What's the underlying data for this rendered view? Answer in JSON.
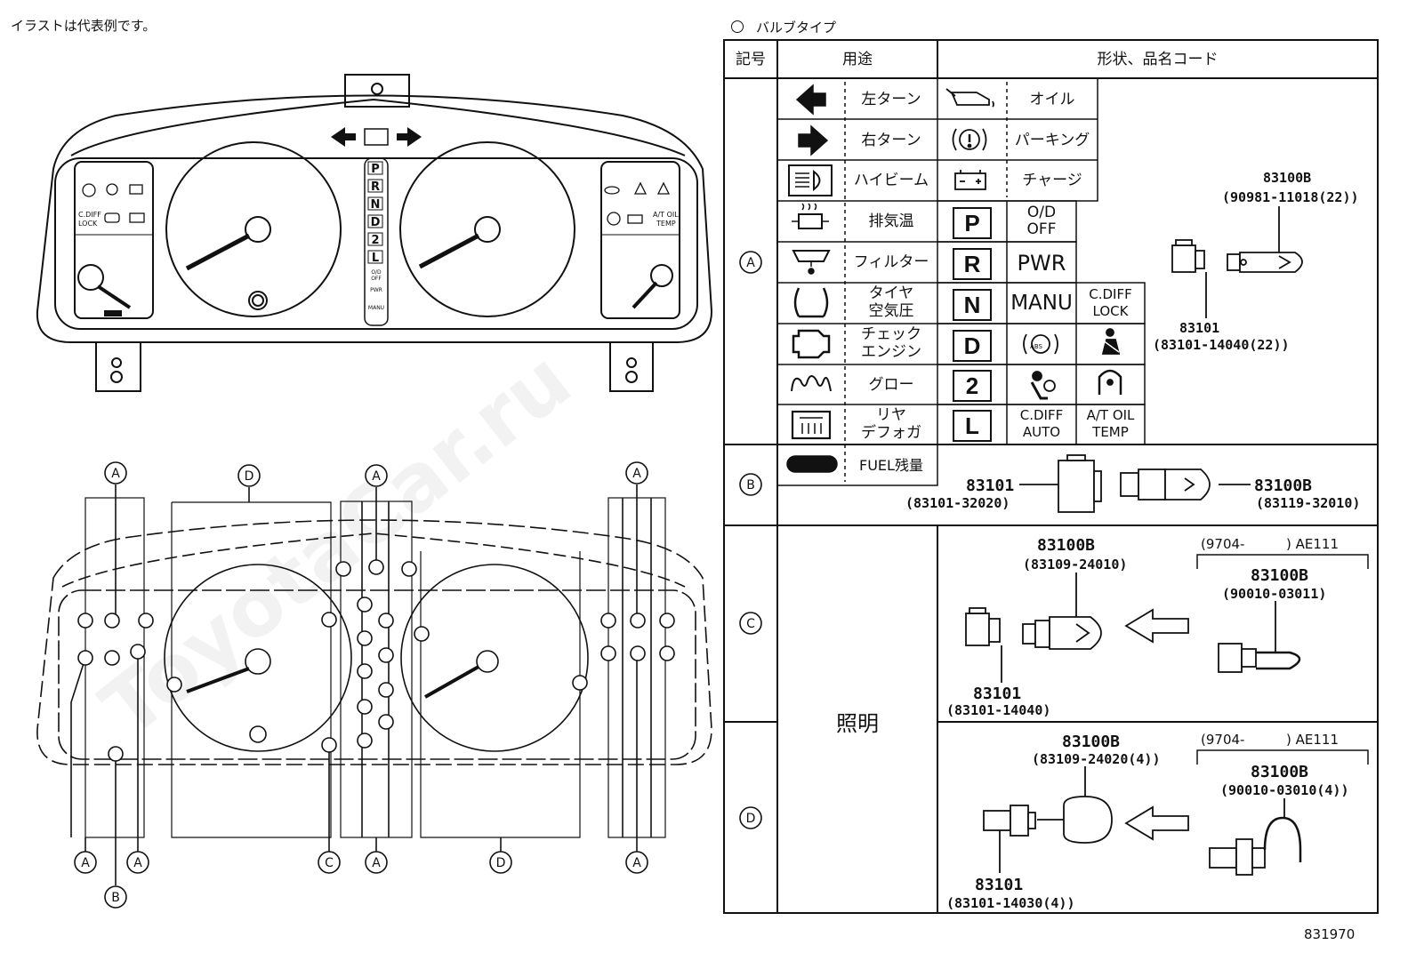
{
  "header": {
    "note": "イラストは代表例です。",
    "section_title": "バルブタイプ",
    "doc_code": "831970"
  },
  "watermark": "ToyotaCar.ru",
  "table": {
    "headers": {
      "symbol": "記号",
      "usage": "用途",
      "shape_code": "形状、品名コード"
    },
    "rows": {
      "A": "A",
      "B": "B",
      "C": "C",
      "D": "D"
    },
    "usage_lighting": "照明",
    "usage_icons": [
      {
        "icon": "left-arrow-icon",
        "label": "左ターン"
      },
      {
        "icon": "right-arrow-icon",
        "label": "右ターン"
      },
      {
        "icon": "high-beam-icon",
        "label": "ハイビーム"
      },
      {
        "icon": "exhaust-temp-icon",
        "label": "排気温"
      },
      {
        "icon": "fuel-filter-icon",
        "label": "フィルター"
      },
      {
        "icon": "tire-pressure-icon",
        "label": "タイヤ\n空気圧"
      },
      {
        "icon": "check-engine-icon",
        "label": "チェック\nエンジン"
      },
      {
        "icon": "glow-icon",
        "label": "グロー"
      },
      {
        "icon": "rear-defogger-icon",
        "label": "リヤ\nデフォガ"
      },
      {
        "icon": "fuel-gauge-bar-icon",
        "label": "FUEL残量"
      }
    ],
    "shape_icons": [
      {
        "icon": "oil-can-icon",
        "label": "オイル"
      },
      {
        "icon": "parking-brake-icon",
        "label": "パーキング"
      },
      {
        "icon": "battery-icon",
        "label": "チャージ"
      }
    ],
    "gear_letters": [
      "P",
      "R",
      "N",
      "D",
      "2",
      "L"
    ],
    "mode_labels": [
      "O/D\nOFF",
      "PWR",
      "MANU",
      "",
      "",
      "C.DIFF\nAUTO"
    ],
    "mode_icons": [
      "abs-icon",
      "airbag-icon"
    ],
    "extra_labels": [
      "C.DIFF\nLOCK",
      "A/T OIL\nTEMP"
    ],
    "extra_icons": [
      "seatbelt-icon",
      "door-icon"
    ],
    "rowA": {
      "bulb_name": "83100B",
      "bulb_code": "(90981-11018(22))",
      "socket_name": "83101",
      "socket_code": "(83101-14040(22))"
    },
    "rowB": {
      "socket_name": "83101",
      "socket_code": "(83101-32020)",
      "bulb_name": "83100B",
      "bulb_code": "(83119-32010)"
    },
    "rowC": {
      "bulb_name": "83100B",
      "bulb_code": "(83109-24010)",
      "socket_name": "83101",
      "socket_code": "(83101-14040)",
      "alt_range": "(9704-",
      "alt_model": ") AE111",
      "alt_bulb_name": "83100B",
      "alt_bulb_code": "(90010-03011)"
    },
    "rowD": {
      "bulb_name": "83100B",
      "bulb_code": "(83109-24020(4))",
      "socket_name": "83101",
      "socket_code": "(83101-14030(4))",
      "alt_range": "(9704-",
      "alt_model": ") AE111",
      "alt_bulb_name": "83100B",
      "alt_bulb_code": "(90010-03010(4))"
    }
  },
  "cluster_front": {
    "warn_left_small": [
      "C.DIFF\nLOCK"
    ],
    "warn_right_small": [
      "A/T OIL\nTEMP"
    ],
    "gear_column": [
      "P",
      "R",
      "N",
      "D",
      "2",
      "L",
      "O/D\nOFF",
      "PWR",
      "MANU"
    ]
  },
  "cluster_rear": {
    "callouts": [
      "A",
      "D",
      "A",
      "A",
      "A",
      "B",
      "A",
      "C",
      "A",
      "D",
      "A"
    ]
  }
}
